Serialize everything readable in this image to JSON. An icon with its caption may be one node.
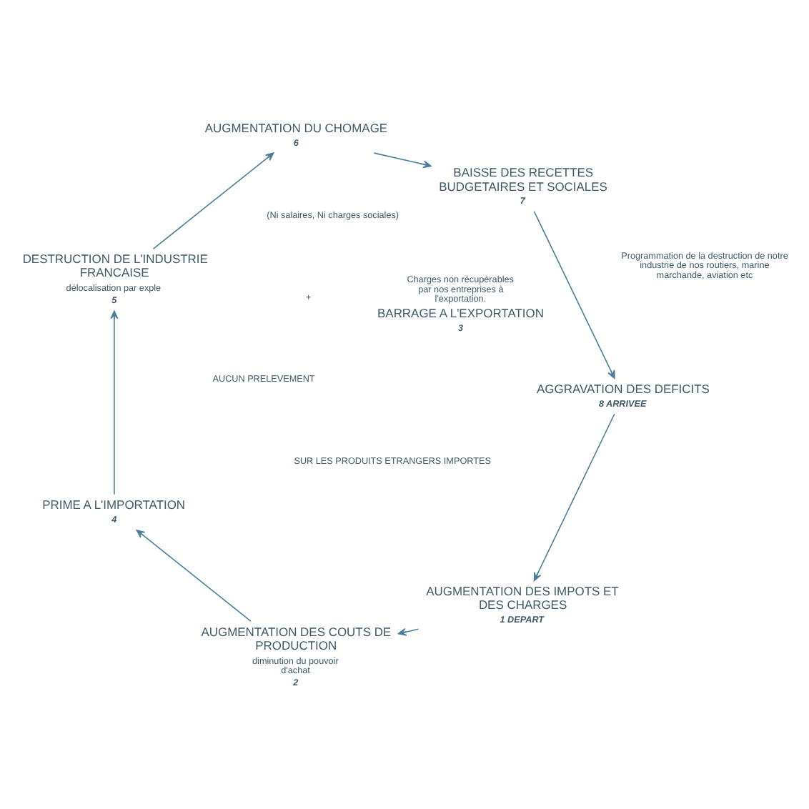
{
  "diagram": {
    "nodes": [
      {
        "text": [
          "AUGMENTATION DES IMPOTS ET DES CHARGES"
        ],
        "beside": [
          "1 DEPART"
        ]
      },
      {
        "text": [
          "AUGMENTATION DES COUTS DE PRODUCTION",
          "diminution du pouvoir d'achat"
        ],
        "beside": [
          "2"
        ]
      },
      {
        "text": [
          "Charges non récupérables par nos entreprises à l'exportation.",
          "BARRAGE A L'EXPORTATION"
        ],
        "beside": [
          "3"
        ]
      },
      {
        "text": [
          "PRIME A L'IMPORTATION"
        ],
        "beside": [
          "4"
        ]
      },
      {
        "text": [
          "DESTRUCTION DE L'INDUSTRIE FRANCAISE",
          "délocalisation par exple"
        ],
        "beside": [
          "5"
        ]
      },
      {
        "text": [
          "AUGMENTATION DU CHOMAGE"
        ],
        "beside": [
          "6"
        ]
      },
      {
        "text": [
          "BAISSE DES RECETTES BUDGETAIRES ET SOCIALES"
        ],
        "beside": [
          "7"
        ]
      },
      {
        "text": [
          "AGGRAVATION DES DEFICITS"
        ],
        "beside": [
          "8 ARRIVEE"
        ]
      }
    ],
    "edges": [
      {
        "from": 0,
        "to": 1,
        "arrow": "to"
      },
      {
        "from": 1,
        "to": 3,
        "arrow": "to"
      },
      {
        "from": 3,
        "to": 4,
        "arrow": "to"
      },
      {
        "from": 4,
        "to": 5,
        "arrow": "to"
      },
      {
        "from": 5,
        "to": 6,
        "arrow": "to"
      },
      {
        "from": 6,
        "to": 7,
        "arrow": "to"
      },
      {
        "from": 7,
        "to": 0,
        "arrow": "to"
      }
    ],
    "labels": [
      "+",
      "AUCUN PRELEVEMENT",
      "(Ni salaires, Ni charges sociales)",
      "SUR LES PRODUITS ETRANGERS IMPORTES",
      "Programmation de la destruction de notre industrie de nos routiers, marine marchande, aviation etc"
    ]
  }
}
